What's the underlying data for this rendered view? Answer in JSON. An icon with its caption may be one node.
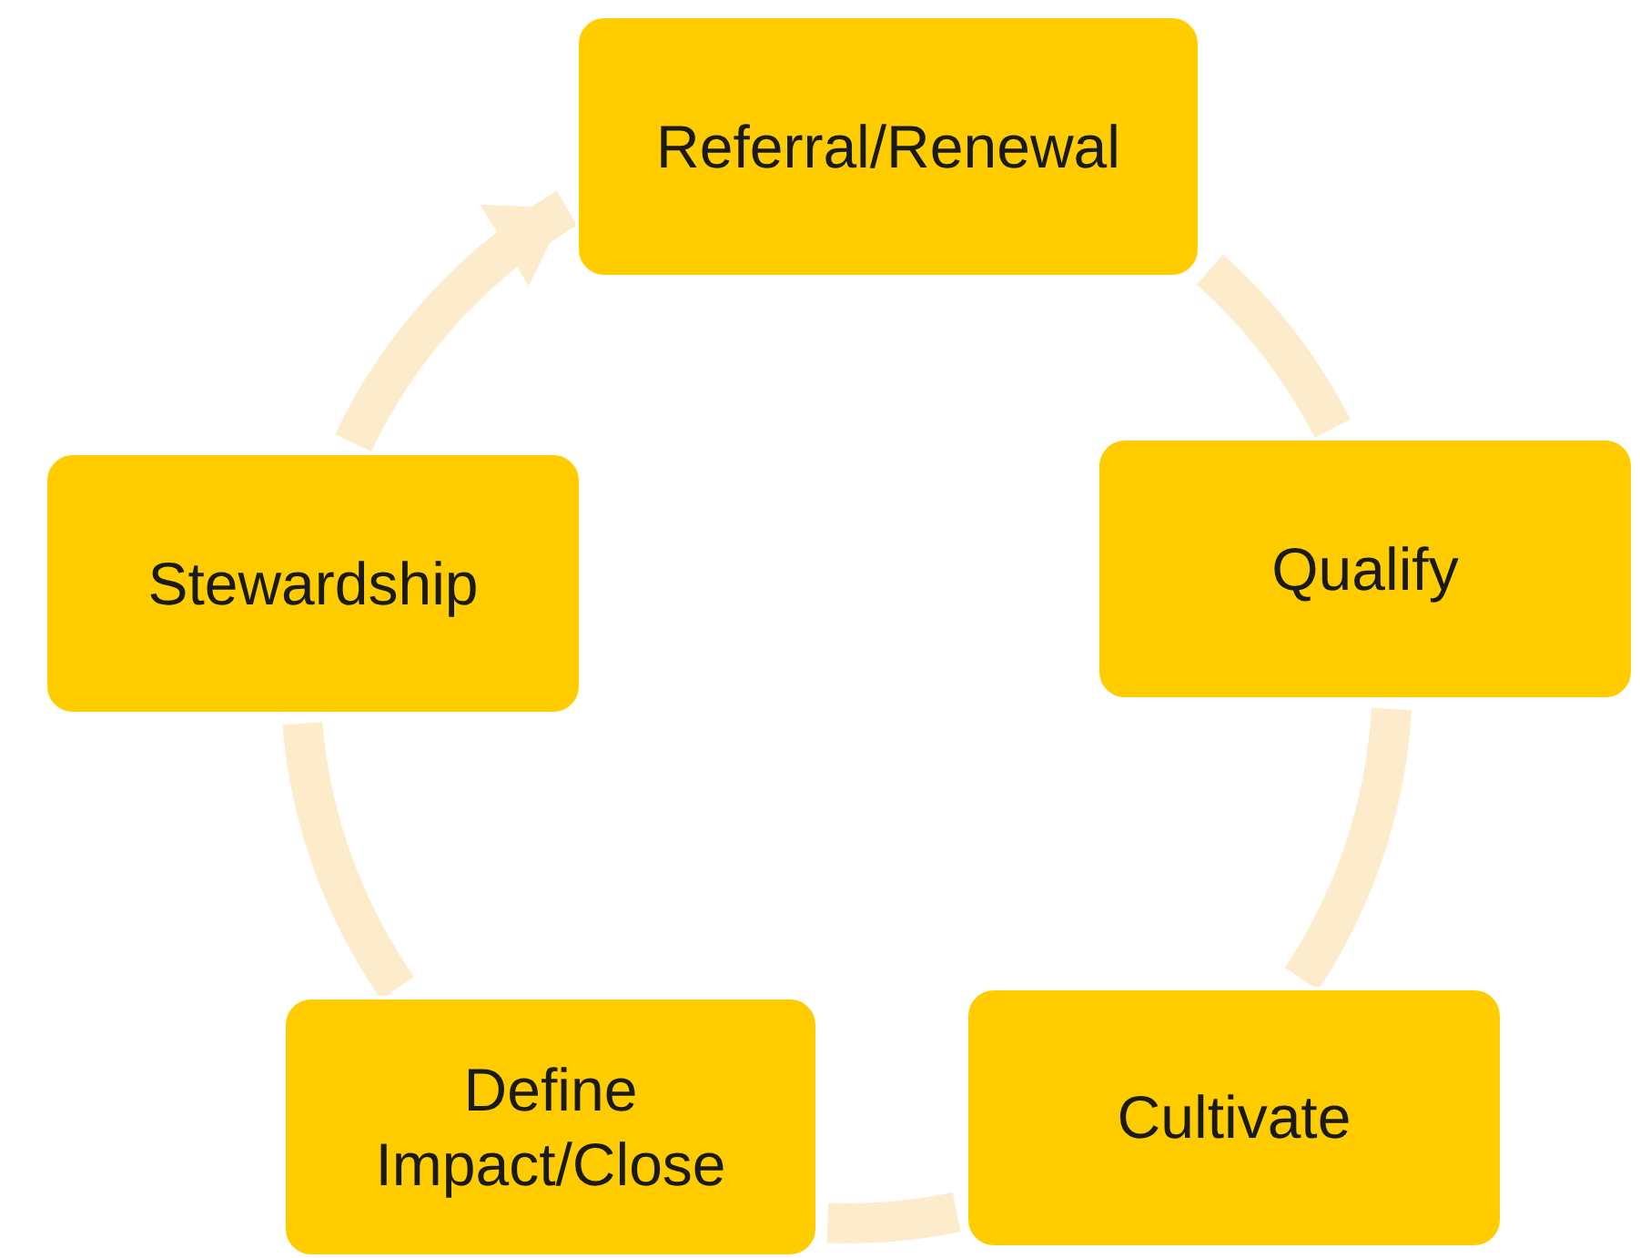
{
  "diagram": {
    "nodes": [
      {
        "text": [
          "Referral/Renewal"
        ]
      },
      {
        "text": [
          "Qualify"
        ]
      },
      {
        "text": [
          "Cultivate"
        ]
      },
      {
        "text": [
          "Define Impact/Close"
        ]
      },
      {
        "text": [
          "Stewardship"
        ]
      }
    ],
    "edges": [
      {
        "from": 0,
        "to": 1,
        "arrow": "none"
      },
      {
        "from": 1,
        "to": 2,
        "arrow": "none"
      },
      {
        "from": 2,
        "to": 3,
        "arrow": "none"
      },
      {
        "from": 3,
        "to": 4,
        "arrow": "none"
      },
      {
        "from": 4,
        "to": 0,
        "arrow": "to"
      }
    ]
  }
}
